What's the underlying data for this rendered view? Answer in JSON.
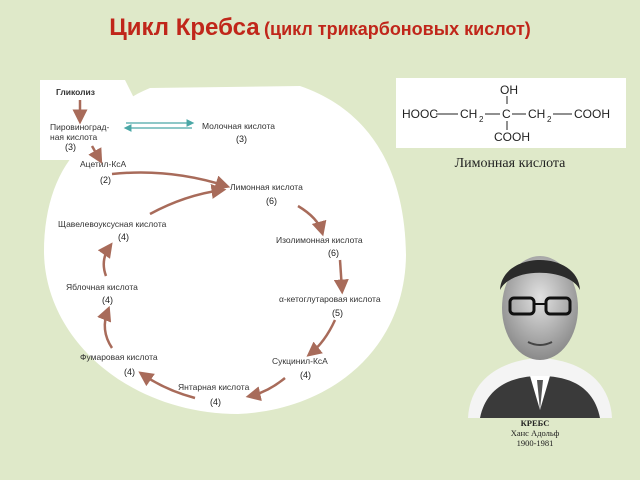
{
  "title": {
    "main": "Цикл Кребса",
    "sub": "(цикл трикарбоновых кислот)"
  },
  "cycle": {
    "nodes": [
      {
        "id": "glycolysis",
        "label": "Гликолиз",
        "num": ""
      },
      {
        "id": "pyruvate",
        "label": "Пировиноград-",
        "label2": "ная кислота",
        "num": "(3)"
      },
      {
        "id": "lactate",
        "label": "Молочная кислота",
        "num": "(3)"
      },
      {
        "id": "acetyl",
        "label": "Ацетил-КсА",
        "num": "(2)"
      },
      {
        "id": "citrate",
        "label": "Лимонная кислота",
        "num": "(6)"
      },
      {
        "id": "isocitrate",
        "label": "Изолимонная кислота",
        "num": "(6)"
      },
      {
        "id": "ketoglutarate",
        "label": "α-кетоглутаровая кислота",
        "num": "(5)"
      },
      {
        "id": "succinylcoa",
        "label": "Сукцинил-КсА",
        "num": "(4)"
      },
      {
        "id": "succinate",
        "label": "Янтарная кислота",
        "num": "(4)"
      },
      {
        "id": "fumarate",
        "label": "Фумаровая кислота",
        "num": "(4)"
      },
      {
        "id": "malate",
        "label": "Яблочная кислота",
        "num": "(4)"
      },
      {
        "id": "oxaloacetate",
        "label": "Щавелевоуксусная кислота",
        "num": "(4)"
      }
    ]
  },
  "formula": {
    "oh": "OH",
    "hooc": "HOOC",
    "ch2_left": "CH",
    "c": "C",
    "ch2_right": "CH",
    "cooh_right": "COOH",
    "cooh_bottom": "COOH",
    "subscript": "2",
    "caption": "Лимонная кислота"
  },
  "portrait": {
    "name": "КРЕБС",
    "full_name": "Ханс Адольф",
    "years": "1900-1981"
  },
  "colors": {
    "background": "#dfe9c9",
    "title": "#c0261a",
    "arrow": "#a86b5a",
    "arrow_double": "#4aa7a6"
  }
}
